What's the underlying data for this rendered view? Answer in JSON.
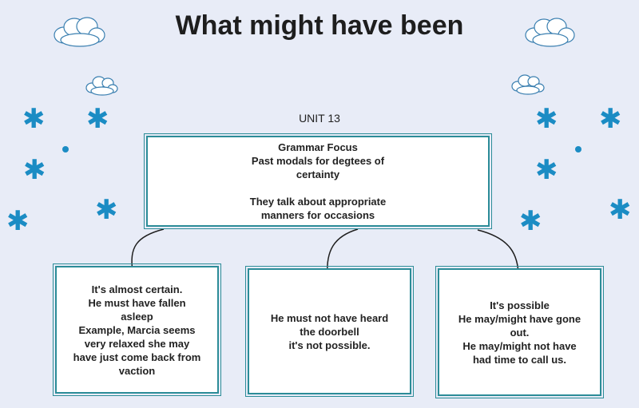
{
  "title": "What might have been",
  "unit": "UNIT 13",
  "main_box": {
    "lines": [
      "Grammar Focus",
      "Past modals for degtees of",
      "certainty",
      "They talk about appropriate",
      "manners for occasions"
    ]
  },
  "box_left": {
    "lines": [
      "It's almost certain.",
      "He must have fallen",
      "asleep",
      "Example, Marcia seems",
      "very relaxed she may",
      "have just come back from",
      "vaction"
    ]
  },
  "box_middle": {
    "lines": [
      "He must not have heard",
      "the doorbell",
      "it's not possible."
    ]
  },
  "box_right": {
    "lines": [
      "It's possible",
      "He may/might have gone",
      "out.",
      "He may/might not have",
      "had time to call us."
    ]
  },
  "colors": {
    "accent": "#2c8c98",
    "snowflake": "#1b8cc4",
    "background": "#e8ecf7"
  },
  "decorations": {
    "snowflake_icon": "✱",
    "cloud_icon": "cloud"
  }
}
